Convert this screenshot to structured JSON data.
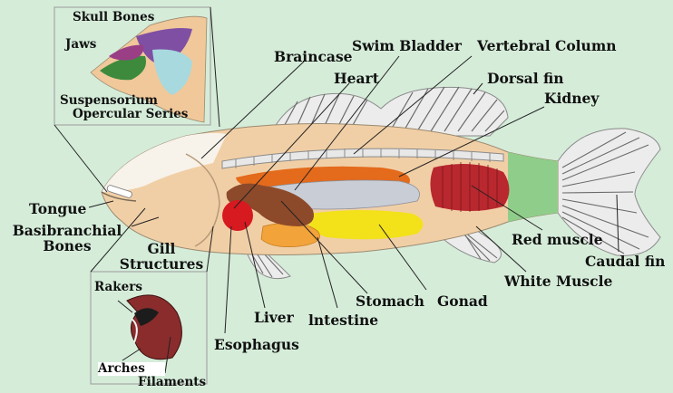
{
  "labels": {
    "skull_bones": "Skull Bones",
    "jaws": "Jaws",
    "suspensorium": "Suspensorium",
    "opercular_series": "Opercular Series",
    "braincase": "Braincase",
    "swim_bladder": "Swim Bladder",
    "vertebral_column": "Vertebral Column",
    "heart": "Heart",
    "dorsal_fin": "Dorsal fin",
    "kidney": "Kidney",
    "tongue": "Tongue",
    "basibranchial_line1": "Basibranchial",
    "basibranchial_line2": "Bones",
    "gill_line1": "Gill",
    "gill_line2": "Structures",
    "rakers": "Rakers",
    "arches": "Arches",
    "filaments": "Filaments",
    "esophagus": "Esophagus",
    "liver": "Liver",
    "intestine": "lntestine",
    "stomach": "Stomach",
    "gonad": "Gonad",
    "white_muscle": "White Muscle",
    "red_muscle": "Red muscle",
    "caudal_fin": "Caudal fin"
  },
  "colors": {
    "background": "#d5ecd9",
    "body": "#f1cfa6",
    "swim_bladder": "#c9cdd6",
    "kidney": "#e46a1c",
    "stomach": "#f3e11a",
    "liver": "#8d4a2a",
    "heart": "#d71920",
    "red_muscle": "#b8282e",
    "caudal_peduncle": "#8fce8a",
    "fin": "#e9e9e9"
  }
}
